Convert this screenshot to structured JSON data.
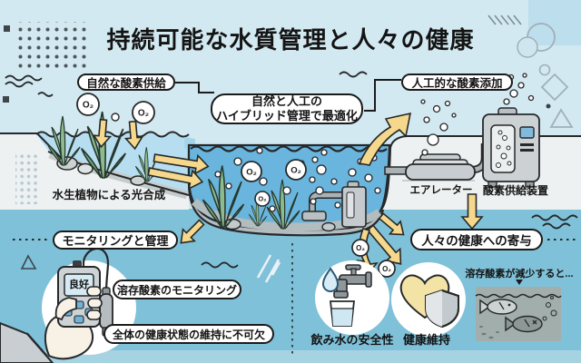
{
  "title": "持続可能な水質管理と人々の健康",
  "hybrid_box": {
    "line1": "自然と人工の",
    "line2": "ハイブリッド管理で最適化"
  },
  "natural": {
    "label": "自然な酸素供給",
    "caption": "水生植物による光合成"
  },
  "artificial": {
    "label": "人工的な酸素添加",
    "aerator_label": "エアレーター",
    "oxygen_device_label": "酸素供給装置"
  },
  "monitoring": {
    "label": "モニタリングと管理",
    "meter_reading": "良好",
    "do_label": "溶存酸素のモニタリング",
    "maintain_label": "全体の健康状態の維持に不可欠"
  },
  "contribution": {
    "label": "人々の健康への寄与",
    "drinking_water_label": "飲み水の安全性",
    "health_label": "健康維持",
    "fish_caption": "溶存酸素が減少すると..."
  },
  "symbols": {
    "o2": "O₂"
  },
  "colors": {
    "top_bg": "#d3e9f1",
    "corner_rect": "#bcdeed",
    "bottom_bg": "#7fc1d9",
    "footer": "#a6d3e2",
    "pond": "#69b5dd",
    "shallow_water": "#b6def0",
    "platform": "#eef1f1",
    "sediment": "#b3bcbe",
    "plant": "#8cbb8e",
    "accent_yellow": "#f5d88b",
    "outline": "#26282a",
    "heart": "#f3e3a5",
    "machine_grey": "#ccd1d4",
    "screen_blue": "#83badb",
    "fish_panel": "#a2aeac"
  }
}
